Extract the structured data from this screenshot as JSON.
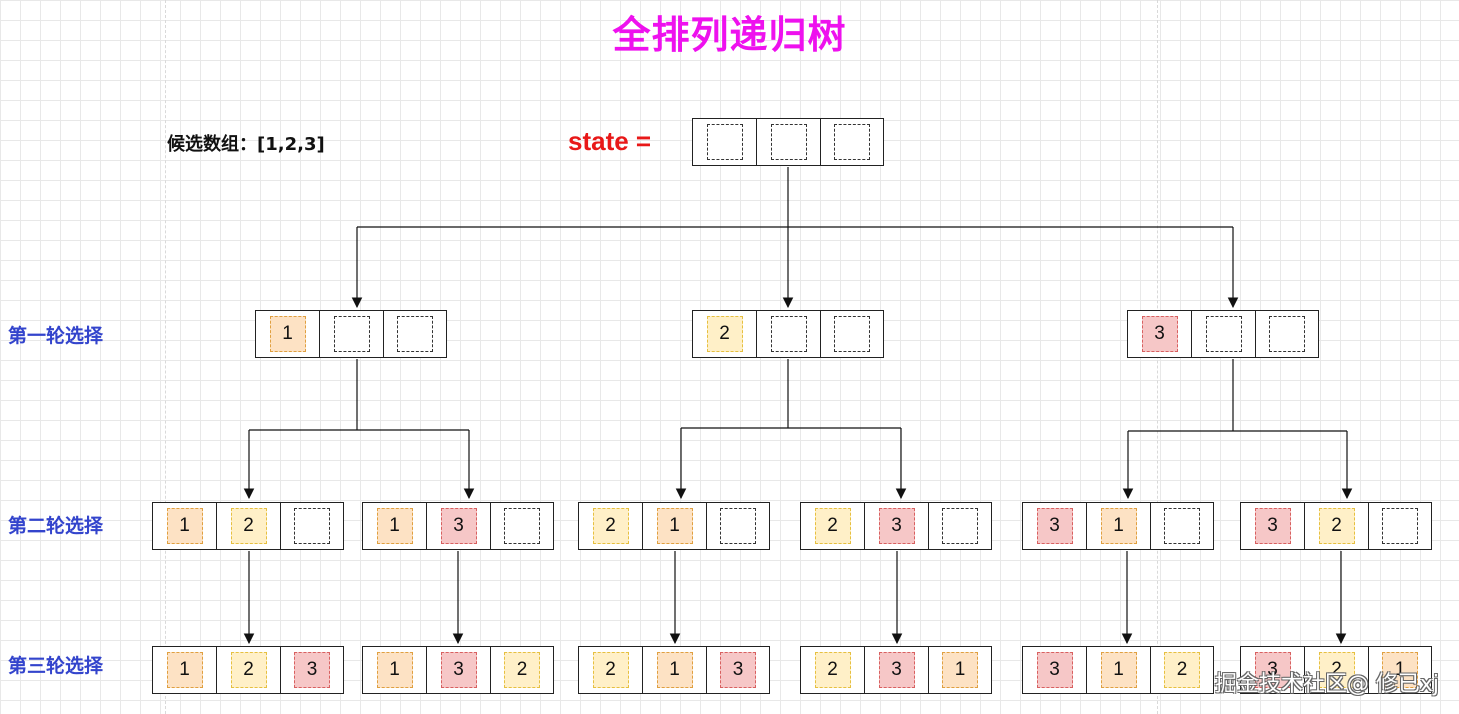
{
  "title": "全排列递归树",
  "candidates_label": "候选数组：[1,2,3]",
  "state_label": "state =",
  "level_labels": [
    "第一轮选择",
    "第二轮选择",
    "第三轮选择"
  ],
  "watermark": "掘金技术社区@ 修已xj",
  "colors": {
    "title": "#ee11ee",
    "state": "#e81818",
    "level": "#3344cc",
    "value_1": "#fde2c4",
    "value_2": "#fff0c8",
    "value_3": "#f6c7c7"
  },
  "tree": {
    "root": [
      "",
      "",
      ""
    ],
    "level1": [
      [
        "1",
        "",
        ""
      ],
      [
        "2",
        "",
        ""
      ],
      [
        "3",
        "",
        ""
      ]
    ],
    "level2": [
      [
        "1",
        "2",
        ""
      ],
      [
        "1",
        "3",
        ""
      ],
      [
        "2",
        "1",
        ""
      ],
      [
        "2",
        "3",
        ""
      ],
      [
        "3",
        "1",
        ""
      ],
      [
        "3",
        "2",
        ""
      ]
    ],
    "level3": [
      [
        "1",
        "2",
        "3"
      ],
      [
        "1",
        "3",
        "2"
      ],
      [
        "2",
        "1",
        "3"
      ],
      [
        "2",
        "3",
        "1"
      ],
      [
        "3",
        "1",
        "2"
      ],
      [
        "3",
        "2",
        "1"
      ]
    ]
  }
}
